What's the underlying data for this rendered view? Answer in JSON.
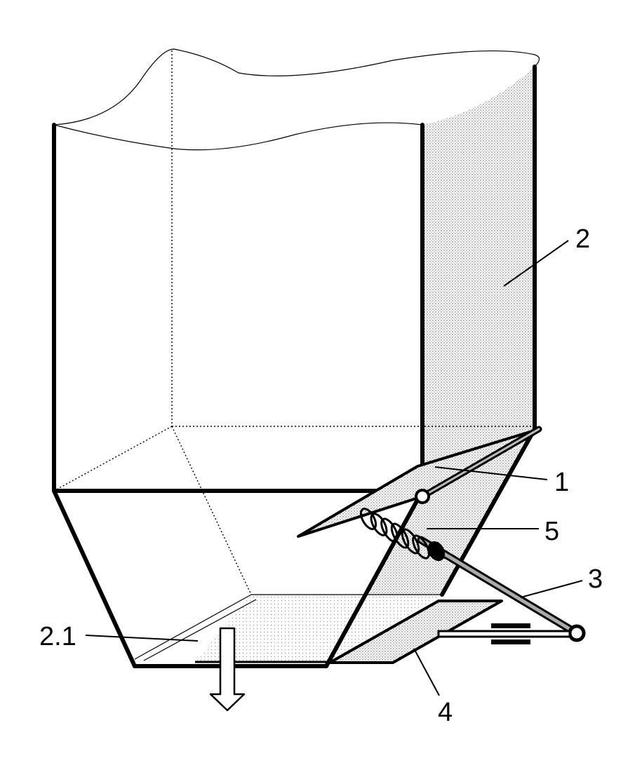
{
  "labels": {
    "l1": "1",
    "l2": "2",
    "l21": "2.1",
    "l3": "3",
    "l4": "4",
    "l5": "5"
  },
  "colors": {
    "line": "#000000",
    "stipple": "#c8c8c8",
    "background": "#ffffff"
  }
}
